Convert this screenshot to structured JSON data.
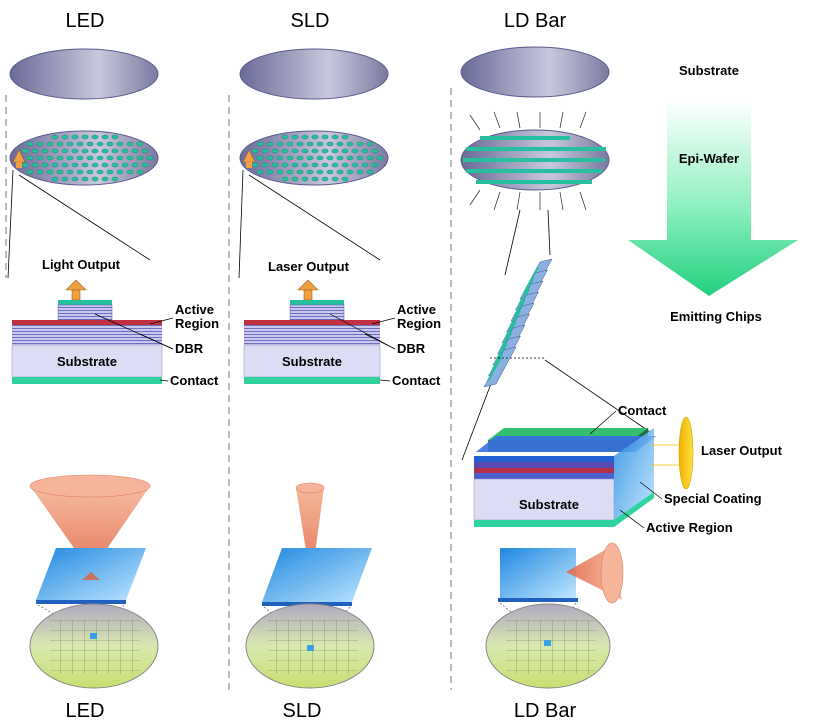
{
  "columns": [
    {
      "top": "LED",
      "bottom": "LED",
      "output_label": "Light Output"
    },
    {
      "top": "SLD",
      "bottom": "SLD",
      "output_label": "Laser Output"
    },
    {
      "top": "LD Bar",
      "bottom": "LD Bar"
    }
  ],
  "layer_labels": {
    "active_region": [
      "Active",
      "Region"
    ],
    "dbr": "DBR",
    "substrate": "Substrate",
    "contact": "Contact"
  },
  "flow": {
    "substrate": "Substrate",
    "epi_wafer": "Epi-Wafer",
    "emitting_chips": "Emitting Chips"
  },
  "ld_bar_chip": {
    "contact": "Contact",
    "laser_output": "Laser Output",
    "special_coating": "Special Coating",
    "active_region": "Active Region",
    "substrate": "Substrate"
  },
  "colors": {
    "wafer": "#8080a8",
    "dot": "#26c0a0",
    "substrate_layer": "#dcdcf4",
    "contact": "#2ed3a0",
    "active": "#c03040",
    "arrow_orange": "#f0a040",
    "cone": "#f4a080",
    "chip_blue": "#3aa0e6",
    "green_arrow": "#40e090",
    "laser_yellow": "#f8c800"
  }
}
